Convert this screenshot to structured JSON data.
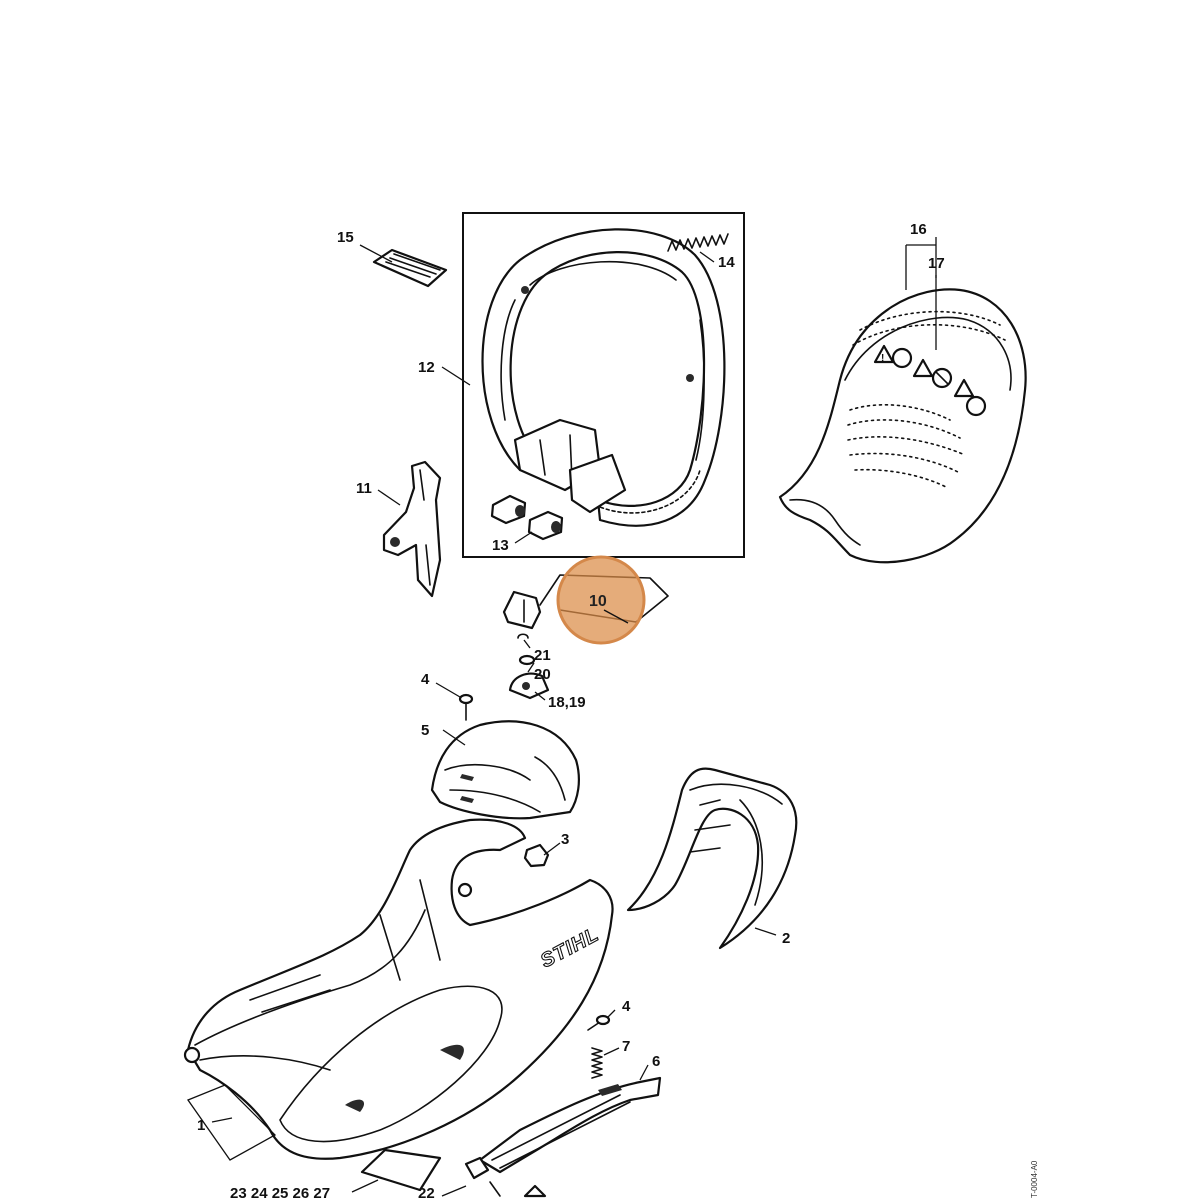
{
  "diagram": {
    "drawing_code": "T-0004-A0",
    "brand": "STIHL",
    "highlight_color": "#db8c46",
    "highlighted_part": "10",
    "labels": {
      "p1": "1",
      "p2": "2",
      "p3": "3",
      "p4a": "4",
      "p4b": "4",
      "p5": "5",
      "p6": "6",
      "p7": "7",
      "p10": "10",
      "p11": "11",
      "p12": "12",
      "p13": "13",
      "p14": "14",
      "p15": "15",
      "p16": "16",
      "p17": "17",
      "p1819": "18,19",
      "p20": "20",
      "p21": "21",
      "p22": "22",
      "p23": "23 24 25 26 27"
    }
  }
}
